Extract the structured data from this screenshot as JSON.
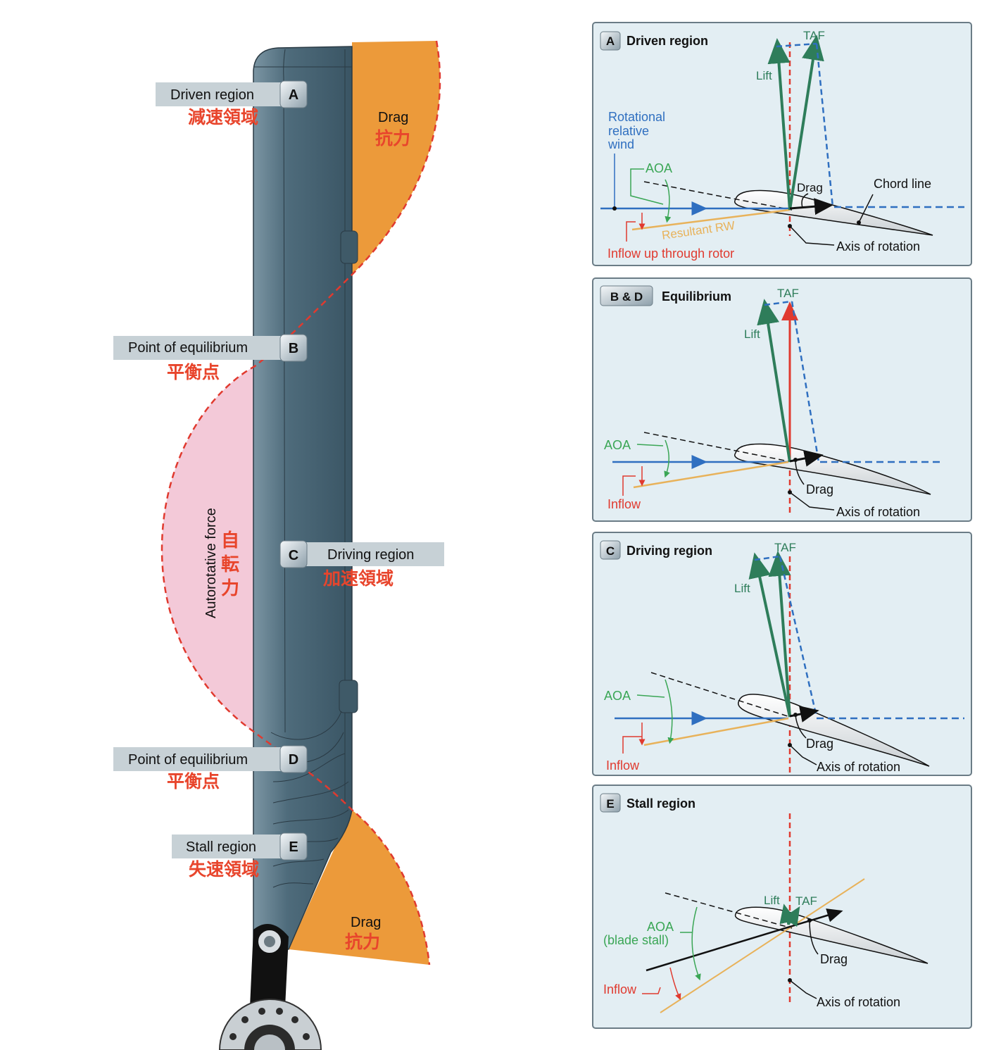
{
  "blade": {
    "regions": [
      {
        "letter": "A",
        "label": "Driven region",
        "jp": "減速領域"
      },
      {
        "letter": "B",
        "label": "Point of equilibrium",
        "jp": "平衡点"
      },
      {
        "letter": "C",
        "label": "Driving region",
        "jp": "加速領域"
      },
      {
        "letter": "D",
        "label": "Point of equilibrium",
        "jp": "平衡点"
      },
      {
        "letter": "E",
        "label": "Stall region",
        "jp": "失速領域"
      }
    ],
    "drag_top": {
      "en": "Drag",
      "jp": "抗力"
    },
    "drag_bottom": {
      "en": "Drag",
      "jp": "抗力"
    },
    "autorotative": {
      "en": "Autorotative force",
      "jp1": "自",
      "jp2": "転",
      "jp3": "力"
    }
  },
  "panels": [
    {
      "badge": "A",
      "title": "Driven region",
      "taf": "TAF",
      "lift": "Lift",
      "drag": "Drag",
      "rw1": "Rotational",
      "rw2": "relative",
      "rw3": "wind",
      "aoa": "AOA",
      "resultant": "Resultant RW",
      "inflow": "Inflow up through rotor",
      "chord": "Chord line",
      "axis": "Axis of rotation"
    },
    {
      "badge": "B & D",
      "title": "Equilibrium",
      "taf": "TAF",
      "lift": "Lift",
      "drag": "Drag",
      "aoa": "AOA",
      "inflow": "Inflow",
      "axis": "Axis of rotation"
    },
    {
      "badge": "C",
      "title": "Driving region",
      "taf": "TAF",
      "lift": "Lift",
      "drag": "Drag",
      "aoa": "AOA",
      "inflow": "Inflow",
      "axis": "Axis of rotation"
    },
    {
      "badge": "E",
      "title": "Stall region",
      "taf": "TAF",
      "lift": "Lift",
      "drag": "Drag",
      "aoa1": "AOA",
      "aoa2": "(blade stall)",
      "inflow": "Inflow",
      "axis": "Axis of rotation"
    }
  ],
  "colors": {
    "panel_bg": "#e3eef3",
    "panel_border": "#6b7c86",
    "green": "#2e7d5a",
    "blue": "#2f6fc0",
    "red": "#e03a2f",
    "yellow": "#e8b25a",
    "orange": "#ec9a3a",
    "pink": "#f3c9d8",
    "blade": "#4f6c7c",
    "label_bg": "#c7d1d6",
    "jp_red": "#e8452c",
    "aoa_green": "#3aa655"
  }
}
